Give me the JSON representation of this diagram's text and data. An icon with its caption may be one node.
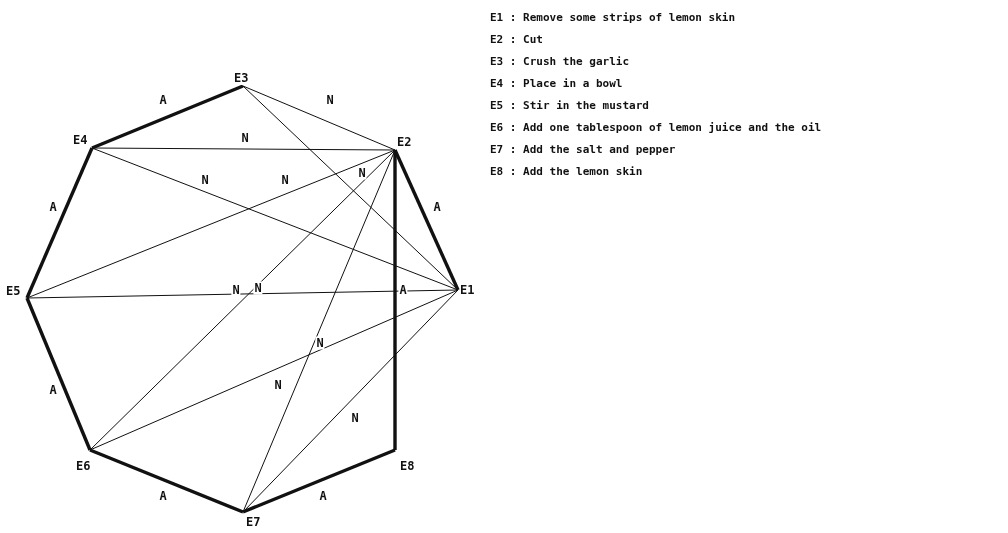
{
  "diagram": {
    "nodes": [
      {
        "text": [
          "E1"
        ]
      },
      {
        "text": [
          "E2"
        ]
      },
      {
        "text": [
          "E3"
        ]
      },
      {
        "text": [
          "E4"
        ]
      },
      {
        "text": [
          "E5"
        ]
      },
      {
        "text": [
          "E6"
        ]
      },
      {
        "text": [
          "E7"
        ]
      },
      {
        "text": [
          "E8"
        ]
      }
    ],
    "edges": [
      {
        "from": 2,
        "to": 3,
        "arrow": "none",
        "label": "A",
        "style": "thick"
      },
      {
        "from": 2,
        "to": 1,
        "arrow": "none",
        "label": "N"
      },
      {
        "from": 3,
        "to": 1,
        "arrow": "none",
        "label": "N"
      },
      {
        "from": 1,
        "to": 0,
        "arrow": "none",
        "label": "A",
        "style": "thick"
      },
      {
        "from": 3,
        "to": 4,
        "arrow": "none",
        "label": "A",
        "style": "thick"
      },
      {
        "from": 3,
        "to": 0,
        "arrow": "none",
        "label": "N"
      },
      {
        "from": 4,
        "to": 1,
        "arrow": "none",
        "label": "N"
      },
      {
        "from": 2,
        "to": 0,
        "arrow": "none",
        "label": "N"
      },
      {
        "from": 1,
        "to": 5,
        "arrow": "none",
        "label": "N"
      },
      {
        "from": 1,
        "to": 6,
        "arrow": "none",
        "label": "N"
      },
      {
        "from": 1,
        "to": 7,
        "arrow": "none",
        "label": "A",
        "style": "thick"
      },
      {
        "from": 4,
        "to": 0,
        "arrow": "none",
        "label": "N"
      },
      {
        "from": 4,
        "to": 5,
        "arrow": "none",
        "label": "A",
        "style": "thick"
      },
      {
        "from": 0,
        "to": 5,
        "arrow": "none",
        "label": "N"
      },
      {
        "from": 0,
        "to": 6,
        "arrow": "none",
        "label": "N"
      },
      {
        "from": 5,
        "to": 6,
        "arrow": "none",
        "label": "A",
        "style": "thick"
      },
      {
        "from": 6,
        "to": 7,
        "arrow": "none",
        "label": "A",
        "style": "thick"
      }
    ],
    "labels": [
      "E1 : Remove some strips of lemon skin",
      "E2 : Cut",
      "E3 : Crush the garlic",
      "E4 : Place in a bowl",
      "E5 : Stir in the mustard",
      "E6 : Add one tablespoon of lemon juice and the oil",
      "E7 : Add the salt and pepper",
      "E8 : Add the lemon skin"
    ]
  }
}
